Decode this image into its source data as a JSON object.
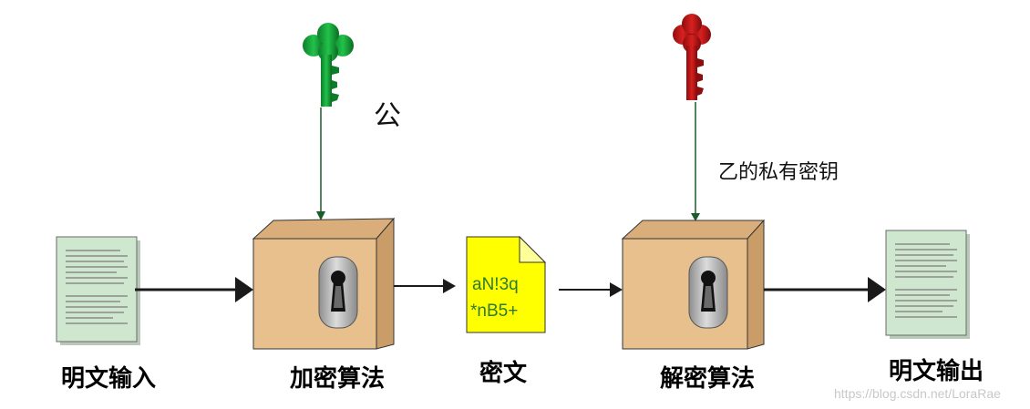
{
  "labels": {
    "plaintext_input": "明文输入",
    "encrypt": "加密算法",
    "ciphertext": "密文",
    "decrypt": "解密算法",
    "plaintext_output": "明文输出"
  },
  "public_key_label": "公",
  "private_key_label": "乙的私有密钥",
  "cipher_text": [
    "aN!3q",
    "*nB5+"
  ],
  "watermark": "https://blog.csdn.net/LoraRae",
  "icons": {
    "public_key": "green-key-icon",
    "private_key": "red-key-icon",
    "plaintext_doc": "document-icon",
    "cipher_doc": "ciphertext-document-icon",
    "algorithm_box": "lockbox-icon"
  },
  "colors": {
    "public_key": "#13a53a",
    "private_key": "#c01818",
    "box_front": "#e8c08e",
    "document": "#cfe6cf",
    "ciphertext_paper": "#ffff00",
    "ciphertext_text": "#2d7a2d",
    "connector": "#1a5c2a"
  }
}
